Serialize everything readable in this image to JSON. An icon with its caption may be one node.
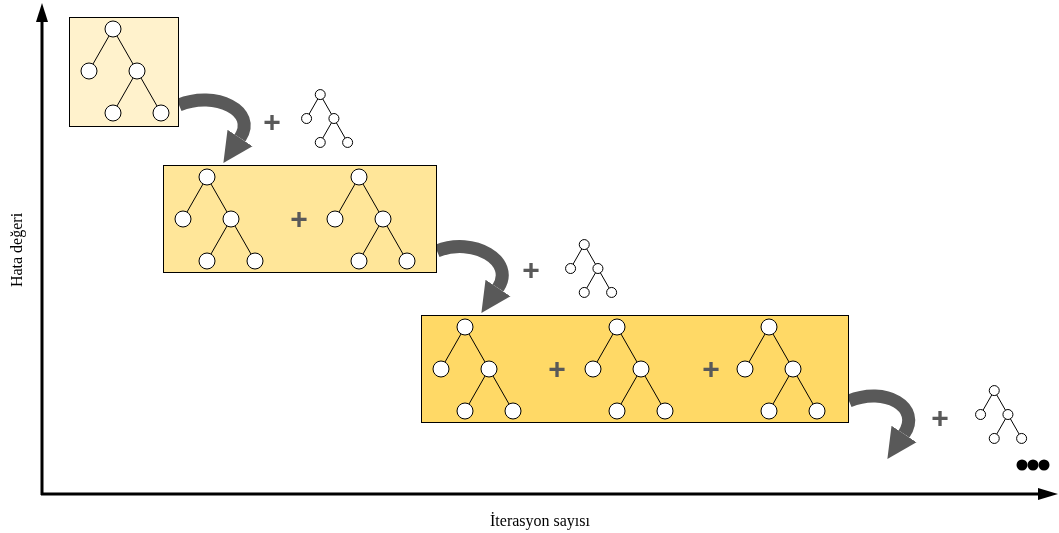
{
  "diagram": {
    "nodes": [
      {
        "text": [],
        "shape": "box"
      },
      {
        "text": [
          "+"
        ]
      },
      {
        "text": [
          "+",
          "+"
        ]
      }
    ],
    "edges": [
      {
        "from": 0,
        "to": 1,
        "arrow": "to"
      },
      {
        "from": 1,
        "to": 2,
        "arrow": "to"
      },
      {
        "from": 2,
        "to": null,
        "arrow": "to"
      }
    ],
    "labels": [
      "+",
      "+",
      "+",
      "Hata değeri",
      "İterasyon sayısı"
    ]
  }
}
